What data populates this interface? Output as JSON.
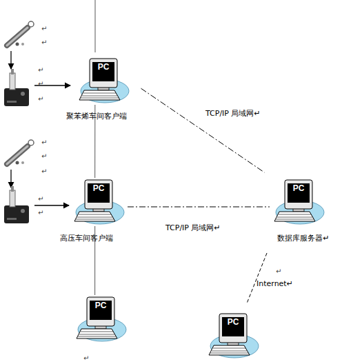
{
  "diagram": {
    "nodes": [
      {
        "text": [
          "PC",
          "聚苯烯车间客户端"
        ]
      },
      {
        "text": [
          "PC",
          "高压车间客户端"
        ]
      },
      {
        "text": [
          "PC",
          "数据库服务器↵"
        ]
      },
      {
        "text": [
          "PC"
        ]
      },
      {
        "text": [
          "PC"
        ]
      }
    ],
    "edges": [
      {
        "from": 0,
        "to": 1,
        "arrow": "none"
      },
      {
        "from": 1,
        "to": 3,
        "arrow": "none"
      },
      {
        "from": 0,
        "to": 2,
        "label": "TCP/IP 局域网↵",
        "arrow": "none"
      },
      {
        "from": 1,
        "to": 2,
        "label": "TCP/IP 局域网↵",
        "arrow": "none"
      },
      {
        "from": 2,
        "to": 4,
        "label": "Internet↵",
        "arrow": "none"
      }
    ],
    "labels": [
      "↵",
      "↵",
      "↵",
      "↵",
      "↵",
      "↵",
      "↵",
      "↵",
      "↵",
      "↵",
      "↵",
      "↵"
    ]
  }
}
